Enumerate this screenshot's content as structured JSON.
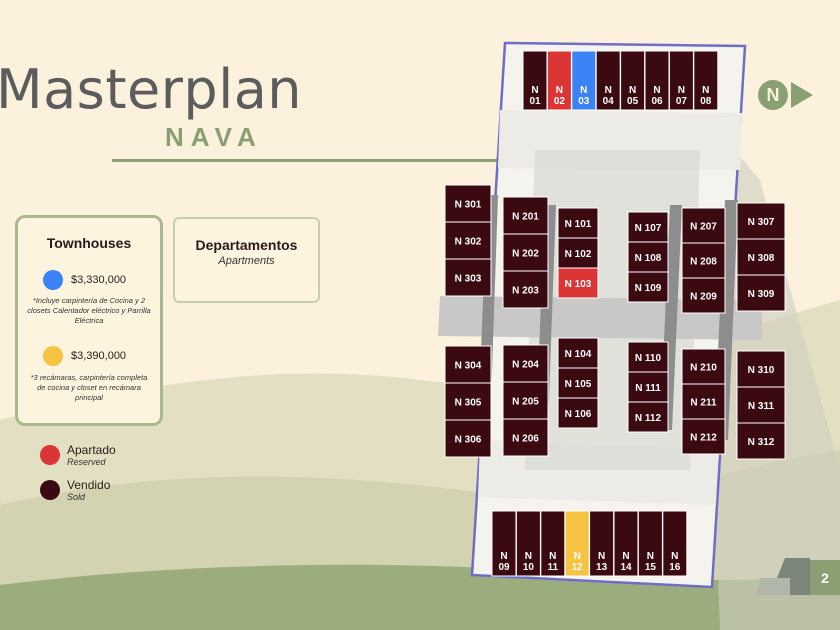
{
  "header": {
    "title": "Masterplan",
    "subtitle": "NAVA"
  },
  "colors": {
    "available_blue": "#3b82f6",
    "available_yellow": "#f6c343",
    "reserved": "#dc3535",
    "sold": "#3b0a10",
    "accent_green": "#8a9f72"
  },
  "townhouses_card": {
    "title": "Townhouses",
    "options": [
      {
        "color": "blue",
        "price": "$3,330,000",
        "note": "*Incluye carpintería de Cocina y 2 closets Calentador eléctrico y Parrilla Eléctrica"
      },
      {
        "color": "yellow",
        "price": "$3,390,000",
        "note": "*3 recámaras, carpintería completa de cocina y closet en recámara principal"
      }
    ]
  },
  "departamentos_card": {
    "title": "Departamentos",
    "subtitle": "Apartments"
  },
  "legend": [
    {
      "label": "Apartado",
      "sublabel": "Reserved",
      "status": "reserved"
    },
    {
      "label": "Vendido",
      "sublabel": "Sold",
      "status": "sold"
    }
  ],
  "logo": {
    "letter": "N",
    "icon": "play-arrow-icon"
  },
  "page_number": "2",
  "townhouse_units_top": [
    {
      "number": "N\n01",
      "status": "sold"
    },
    {
      "number": "N\n02",
      "status": "reserved"
    },
    {
      "number": "N\n03",
      "status": "available_blue"
    },
    {
      "number": "N\n04",
      "status": "sold"
    },
    {
      "number": "N\n05",
      "status": "sold"
    },
    {
      "number": "N\n06",
      "status": "sold"
    },
    {
      "number": "N\n07",
      "status": "sold"
    },
    {
      "number": "N\n08",
      "status": "sold"
    }
  ],
  "townhouse_units_bottom": [
    {
      "number": "N\n09",
      "status": "sold"
    },
    {
      "number": "N\n10",
      "status": "sold"
    },
    {
      "number": "N\n11",
      "status": "sold"
    },
    {
      "number": "N\n12",
      "status": "available_yellow"
    },
    {
      "number": "N\n13",
      "status": "sold"
    },
    {
      "number": "N\n14",
      "status": "sold"
    },
    {
      "number": "N\n15",
      "status": "sold"
    },
    {
      "number": "N\n16",
      "status": "sold"
    }
  ],
  "apartment_units": [
    {
      "number": "N 301",
      "status": "sold"
    },
    {
      "number": "N 302",
      "status": "sold"
    },
    {
      "number": "N 303",
      "status": "sold"
    },
    {
      "number": "N 304",
      "status": "sold"
    },
    {
      "number": "N 305",
      "status": "sold"
    },
    {
      "number": "N 306",
      "status": "sold"
    },
    {
      "number": "N 201",
      "status": "sold"
    },
    {
      "number": "N 202",
      "status": "sold"
    },
    {
      "number": "N 203",
      "status": "sold"
    },
    {
      "number": "N 204",
      "status": "sold"
    },
    {
      "number": "N 205",
      "status": "sold"
    },
    {
      "number": "N 206",
      "status": "sold"
    },
    {
      "number": "N 101",
      "status": "sold"
    },
    {
      "number": "N 102",
      "status": "sold"
    },
    {
      "number": "N 103",
      "status": "reserved"
    },
    {
      "number": "N 104",
      "status": "sold"
    },
    {
      "number": "N 105",
      "status": "sold"
    },
    {
      "number": "N 106",
      "status": "sold"
    },
    {
      "number": "N 107",
      "status": "sold"
    },
    {
      "number": "N 108",
      "status": "sold"
    },
    {
      "number": "N 109",
      "status": "sold"
    },
    {
      "number": "N 110",
      "status": "sold"
    },
    {
      "number": "N 111",
      "status": "sold"
    },
    {
      "number": "N 112",
      "status": "sold"
    },
    {
      "number": "N 207",
      "status": "sold"
    },
    {
      "number": "N 208",
      "status": "sold"
    },
    {
      "number": "N 209",
      "status": "sold"
    },
    {
      "number": "N 210",
      "status": "sold"
    },
    {
      "number": "N 211",
      "status": "sold"
    },
    {
      "number": "N 212",
      "status": "sold"
    },
    {
      "number": "N 307",
      "status": "sold"
    },
    {
      "number": "N 308",
      "status": "sold"
    },
    {
      "number": "N 309",
      "status": "sold"
    },
    {
      "number": "N 310",
      "status": "sold"
    },
    {
      "number": "N 311",
      "status": "sold"
    },
    {
      "number": "N 312",
      "status": "sold"
    }
  ]
}
